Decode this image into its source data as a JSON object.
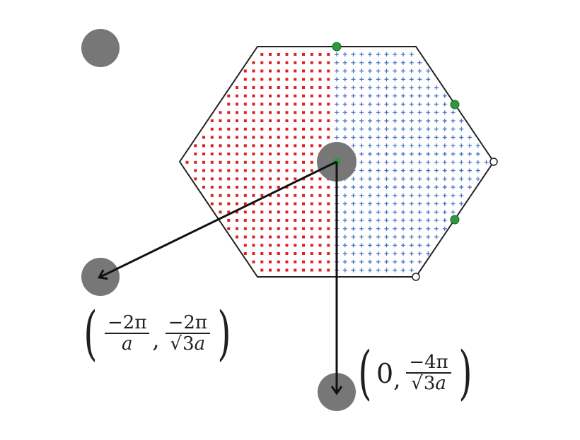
{
  "colors": {
    "red_dots": "#e02020",
    "blue_plus": "#3f6ac8",
    "green_points": "#2a9a3a",
    "gray_circles": "#777777",
    "lines": "#111111",
    "hexagon": "#222222"
  },
  "labels": {
    "left_vector": {
      "x_num": "−2π",
      "x_den": "a",
      "y_num": "−2π",
      "y_den_root": "√",
      "y_den_radicand": "3",
      "y_den_var": "a"
    },
    "bottom_vector": {
      "x_val": "0",
      "y_num": "−4π",
      "y_den_root": "√",
      "y_den_radicand": "3",
      "y_den_var": "a"
    }
  },
  "icons": {
    "gray_point": "filled-circle",
    "green_point": "filled-circle",
    "open_point": "open-circle"
  }
}
